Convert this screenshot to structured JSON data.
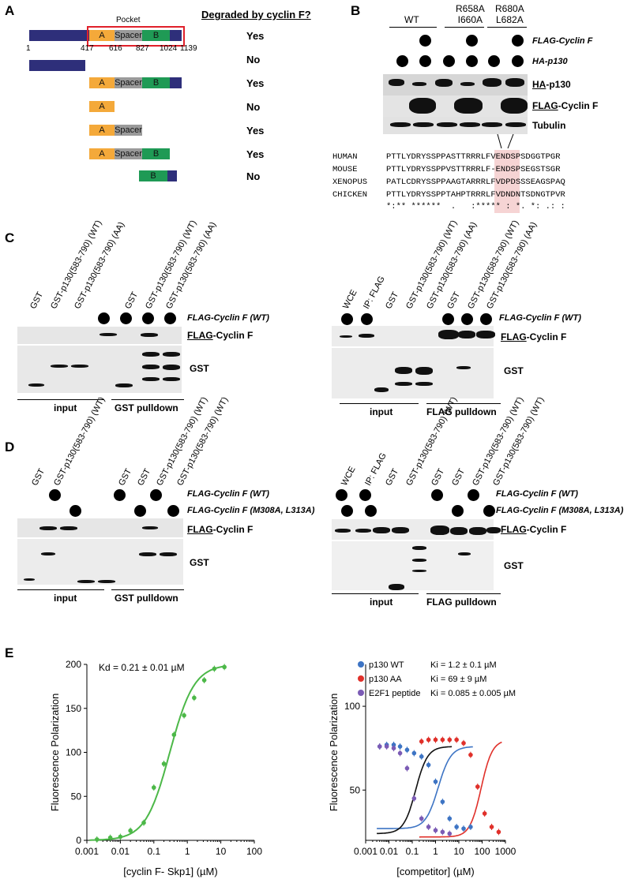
{
  "panels": {
    "A": "A",
    "B": "B",
    "C": "C",
    "D": "D",
    "E": "E"
  },
  "panelA": {
    "pocket_label": "Pocket",
    "header": "Degraded by cyclin F?",
    "positions": [
      "1",
      "417",
      "616",
      "827",
      "1024",
      "1139"
    ],
    "domains": {
      "A": "A",
      "spacer": "Spacer",
      "B": "B"
    },
    "answers": [
      "Yes",
      "No",
      "Yes",
      "No",
      "Yes",
      "Yes",
      "No"
    ],
    "colors": {
      "navy": "#2e2f7a",
      "orange": "#f4a93a",
      "gray": "#9a9a9a",
      "green": "#1f9a55",
      "red": "#e0202a"
    }
  },
  "panelB": {
    "groups": [
      "WT",
      "R658A\nI660A",
      "R680A\nL682A"
    ],
    "row_labels": [
      "FLAG-Cyclin F",
      "HA-p130"
    ],
    "blot_labels": [
      {
        "pre": "HA",
        "post": "-p130"
      },
      {
        "pre": "FLAG",
        "post": "-Cyclin F"
      },
      {
        "pre": "",
        "post": "Tubulin"
      }
    ],
    "species": [
      "HUMAN",
      "MOUSE",
      "XENOPUS",
      "CHICKEN"
    ],
    "sequences": [
      "PTTLYDRYSSPPASTTRRRLFVENDSPSDGGTPGR",
      "PTTLYDRYSSPPVSTTRRRLF-ENDSPSEGSTSGR",
      "PATLCDRYSSPPAAGTARRRLFVDPDSSSEAGSPAQ",
      "PTTLYDRYSSPPTAHPTRRRLFVDNDNTSDNGTPVR"
    ],
    "consensus": "*:** ******  .   :***** : *. *: .: :"
  },
  "panelC": {
    "left_lanes": [
      "GST",
      "GST-p130(583-790) (WT)",
      "GST-p130(583-790) (AA)",
      "",
      "GST",
      "GST-p130(583-790) (WT)",
      "GST-p130(583-790) (AA)"
    ],
    "right_lanes": [
      "WCE",
      "IP: FLAG",
      "GST",
      "GST-p130(583-790) (WT)",
      "GST-p130(583-790) (AA)",
      "GST",
      "GST-p130(583-790) (WT)",
      "GST-p130(583-790) (AA)"
    ],
    "row_label": "FLAG-Cyclin F (WT)",
    "blot_flag": {
      "pre": "FLAG",
      "post": "-Cyclin F"
    },
    "blot_gst": "GST",
    "left_groups": [
      "input",
      "GST pulldown"
    ],
    "right_groups": [
      "input",
      "FLAG pulldown"
    ]
  },
  "panelD": {
    "left_lanes": [
      "GST",
      "GST-p130(583-790) (WT)",
      "",
      "",
      "GST",
      "GST",
      "GST-p130(583-790) (WT)",
      "GST-p130(583-790) (WT)"
    ],
    "right_lanes": [
      "WCE",
      "IP: FLAG",
      "GST",
      "GST-p130(583-790) (WT)",
      "GST",
      "GST",
      "GST-p130(583-790) (WT)",
      "GST-p130(583-790) (WT)"
    ],
    "row_labels": [
      "FLAG-Cyclin F (WT)",
      "FLAG-Cyclin F (M308A, L313A)"
    ],
    "blot_flag": {
      "pre": "FLAG",
      "post": "-Cyclin F"
    },
    "blot_gst": "GST",
    "left_groups": [
      "input",
      "GST pulldown"
    ],
    "right_groups": [
      "input",
      "FLAG pulldown"
    ]
  },
  "chart_data": [
    {
      "type": "scatter",
      "title": "",
      "annotation": "Kd = 0.21 ± 0.01 µM",
      "xlabel": "[cyclin F- Skp1] (µM)",
      "ylabel": "Fluorescence Polarization",
      "xscale": "log",
      "xlim": [
        0.001,
        100
      ],
      "ylim": [
        0,
        200
      ],
      "xticks": [
        "0.001",
        "0.01",
        "0.1",
        "1",
        "10",
        "100"
      ],
      "yticks": [
        "0",
        "50",
        "100",
        "150",
        "200"
      ],
      "series": [
        {
          "name": "",
          "color": "#4cb848",
          "x": [
            0.002,
            0.005,
            0.01,
            0.02,
            0.05,
            0.1,
            0.2,
            0.4,
            0.8,
            1.6,
            3.2,
            6.4,
            12.8
          ],
          "y": [
            1,
            3,
            4,
            11,
            20,
            60,
            87,
            120,
            142,
            162,
            182,
            195,
            197
          ]
        }
      ]
    },
    {
      "type": "scatter",
      "xlabel": "[competitor] (µM)",
      "ylabel": "Fluorescence Polarization",
      "xscale": "log",
      "xlim": [
        0.001,
        1000
      ],
      "ylim": [
        20,
        125
      ],
      "xticks": [
        "0.001",
        "0.01",
        "0.1",
        "1",
        "10",
        "100",
        "1000"
      ],
      "yticks": [
        "50",
        "100"
      ],
      "series": [
        {
          "name": "p130 WT",
          "ki": "Ki = 1.2 ± 0.1 µM",
          "color": "#3d74c4",
          "x": [
            0.004,
            0.008,
            0.016,
            0.03,
            0.06,
            0.12,
            0.25,
            0.5,
            1,
            2,
            4,
            8,
            16,
            32
          ],
          "y": [
            76,
            77,
            77,
            76,
            74,
            72,
            70,
            65,
            55,
            43,
            33,
            28,
            27,
            28
          ]
        },
        {
          "name": "p130 AA",
          "ki": "Ki = 69 ± 9 µM",
          "color": "#e0302a",
          "x": [
            0.25,
            0.5,
            1,
            2,
            4,
            8,
            16,
            32,
            64,
            128,
            256,
            512
          ],
          "y": [
            79,
            80,
            80,
            80,
            80,
            80,
            78,
            71,
            52,
            36,
            28,
            25
          ]
        },
        {
          "name": "E2F1 peptide",
          "ki": "Ki = 0.085 ± 0.005 µM",
          "color": "#7b5bb5",
          "x": [
            0.004,
            0.008,
            0.016,
            0.03,
            0.06,
            0.12,
            0.25,
            0.5,
            1,
            2,
            4
          ],
          "y": [
            76,
            76,
            75,
            72,
            63,
            45,
            33,
            28,
            26,
            25,
            24
          ]
        }
      ]
    }
  ]
}
